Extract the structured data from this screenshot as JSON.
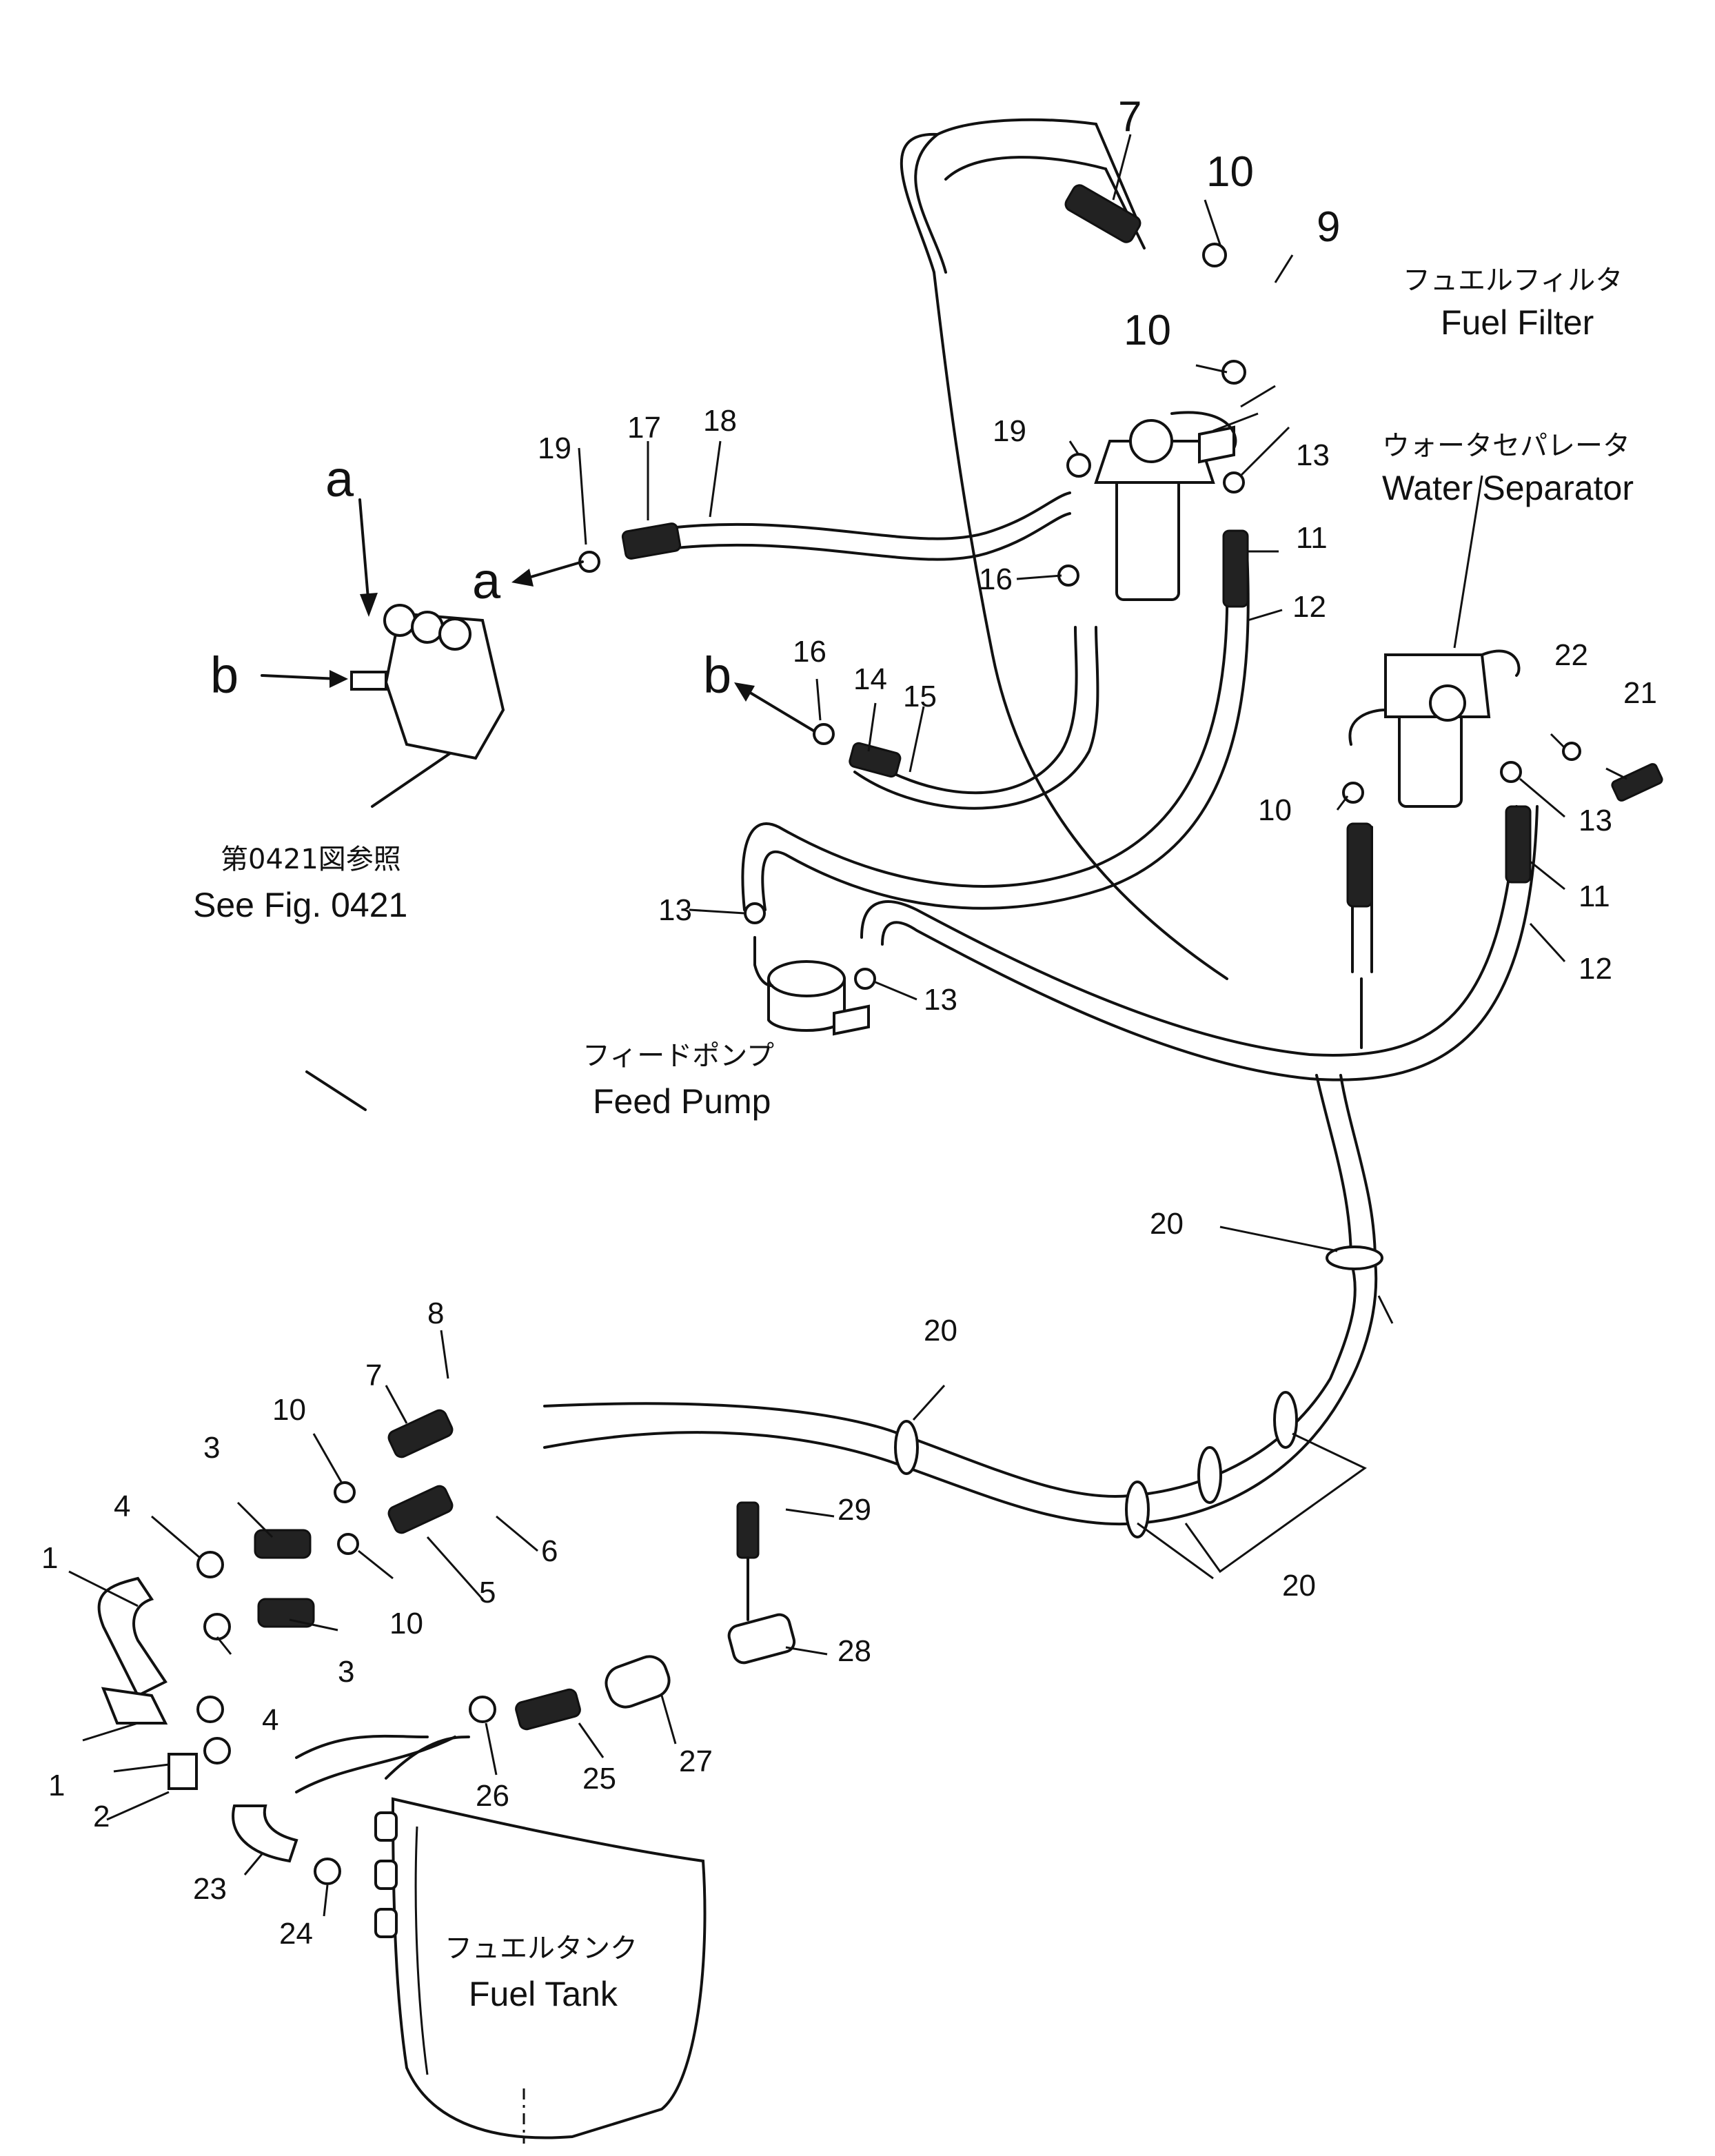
{
  "labels": {
    "fuel_filter_ja": "フュエルフィルタ",
    "fuel_filter_en": "Fuel Filter",
    "water_separator_ja": "ウォータセパレータ",
    "water_separator_en": "Water Separator",
    "see_fig_ja": "第0421図参照",
    "see_fig_en": "See Fig. 0421",
    "feed_pump_ja": "フィードポンプ",
    "feed_pump_en": "Feed Pump",
    "fuel_tank_ja": "フュエルタンク",
    "fuel_tank_en": "Fuel Tank"
  },
  "connection_letters": [
    "a",
    "a",
    "b",
    "b"
  ],
  "part_numbers": [
    "1",
    "1",
    "2",
    "3",
    "3",
    "4",
    "4",
    "5",
    "6",
    "7",
    "7",
    "8",
    "9",
    "10",
    "10",
    "10",
    "10",
    "10",
    "11",
    "11",
    "12",
    "12",
    "13",
    "13",
    "13",
    "13",
    "14",
    "15",
    "16",
    "16",
    "17",
    "18",
    "19",
    "19",
    "20",
    "20",
    "20",
    "21",
    "22",
    "23",
    "24",
    "25",
    "26",
    "27",
    "28",
    "29"
  ]
}
